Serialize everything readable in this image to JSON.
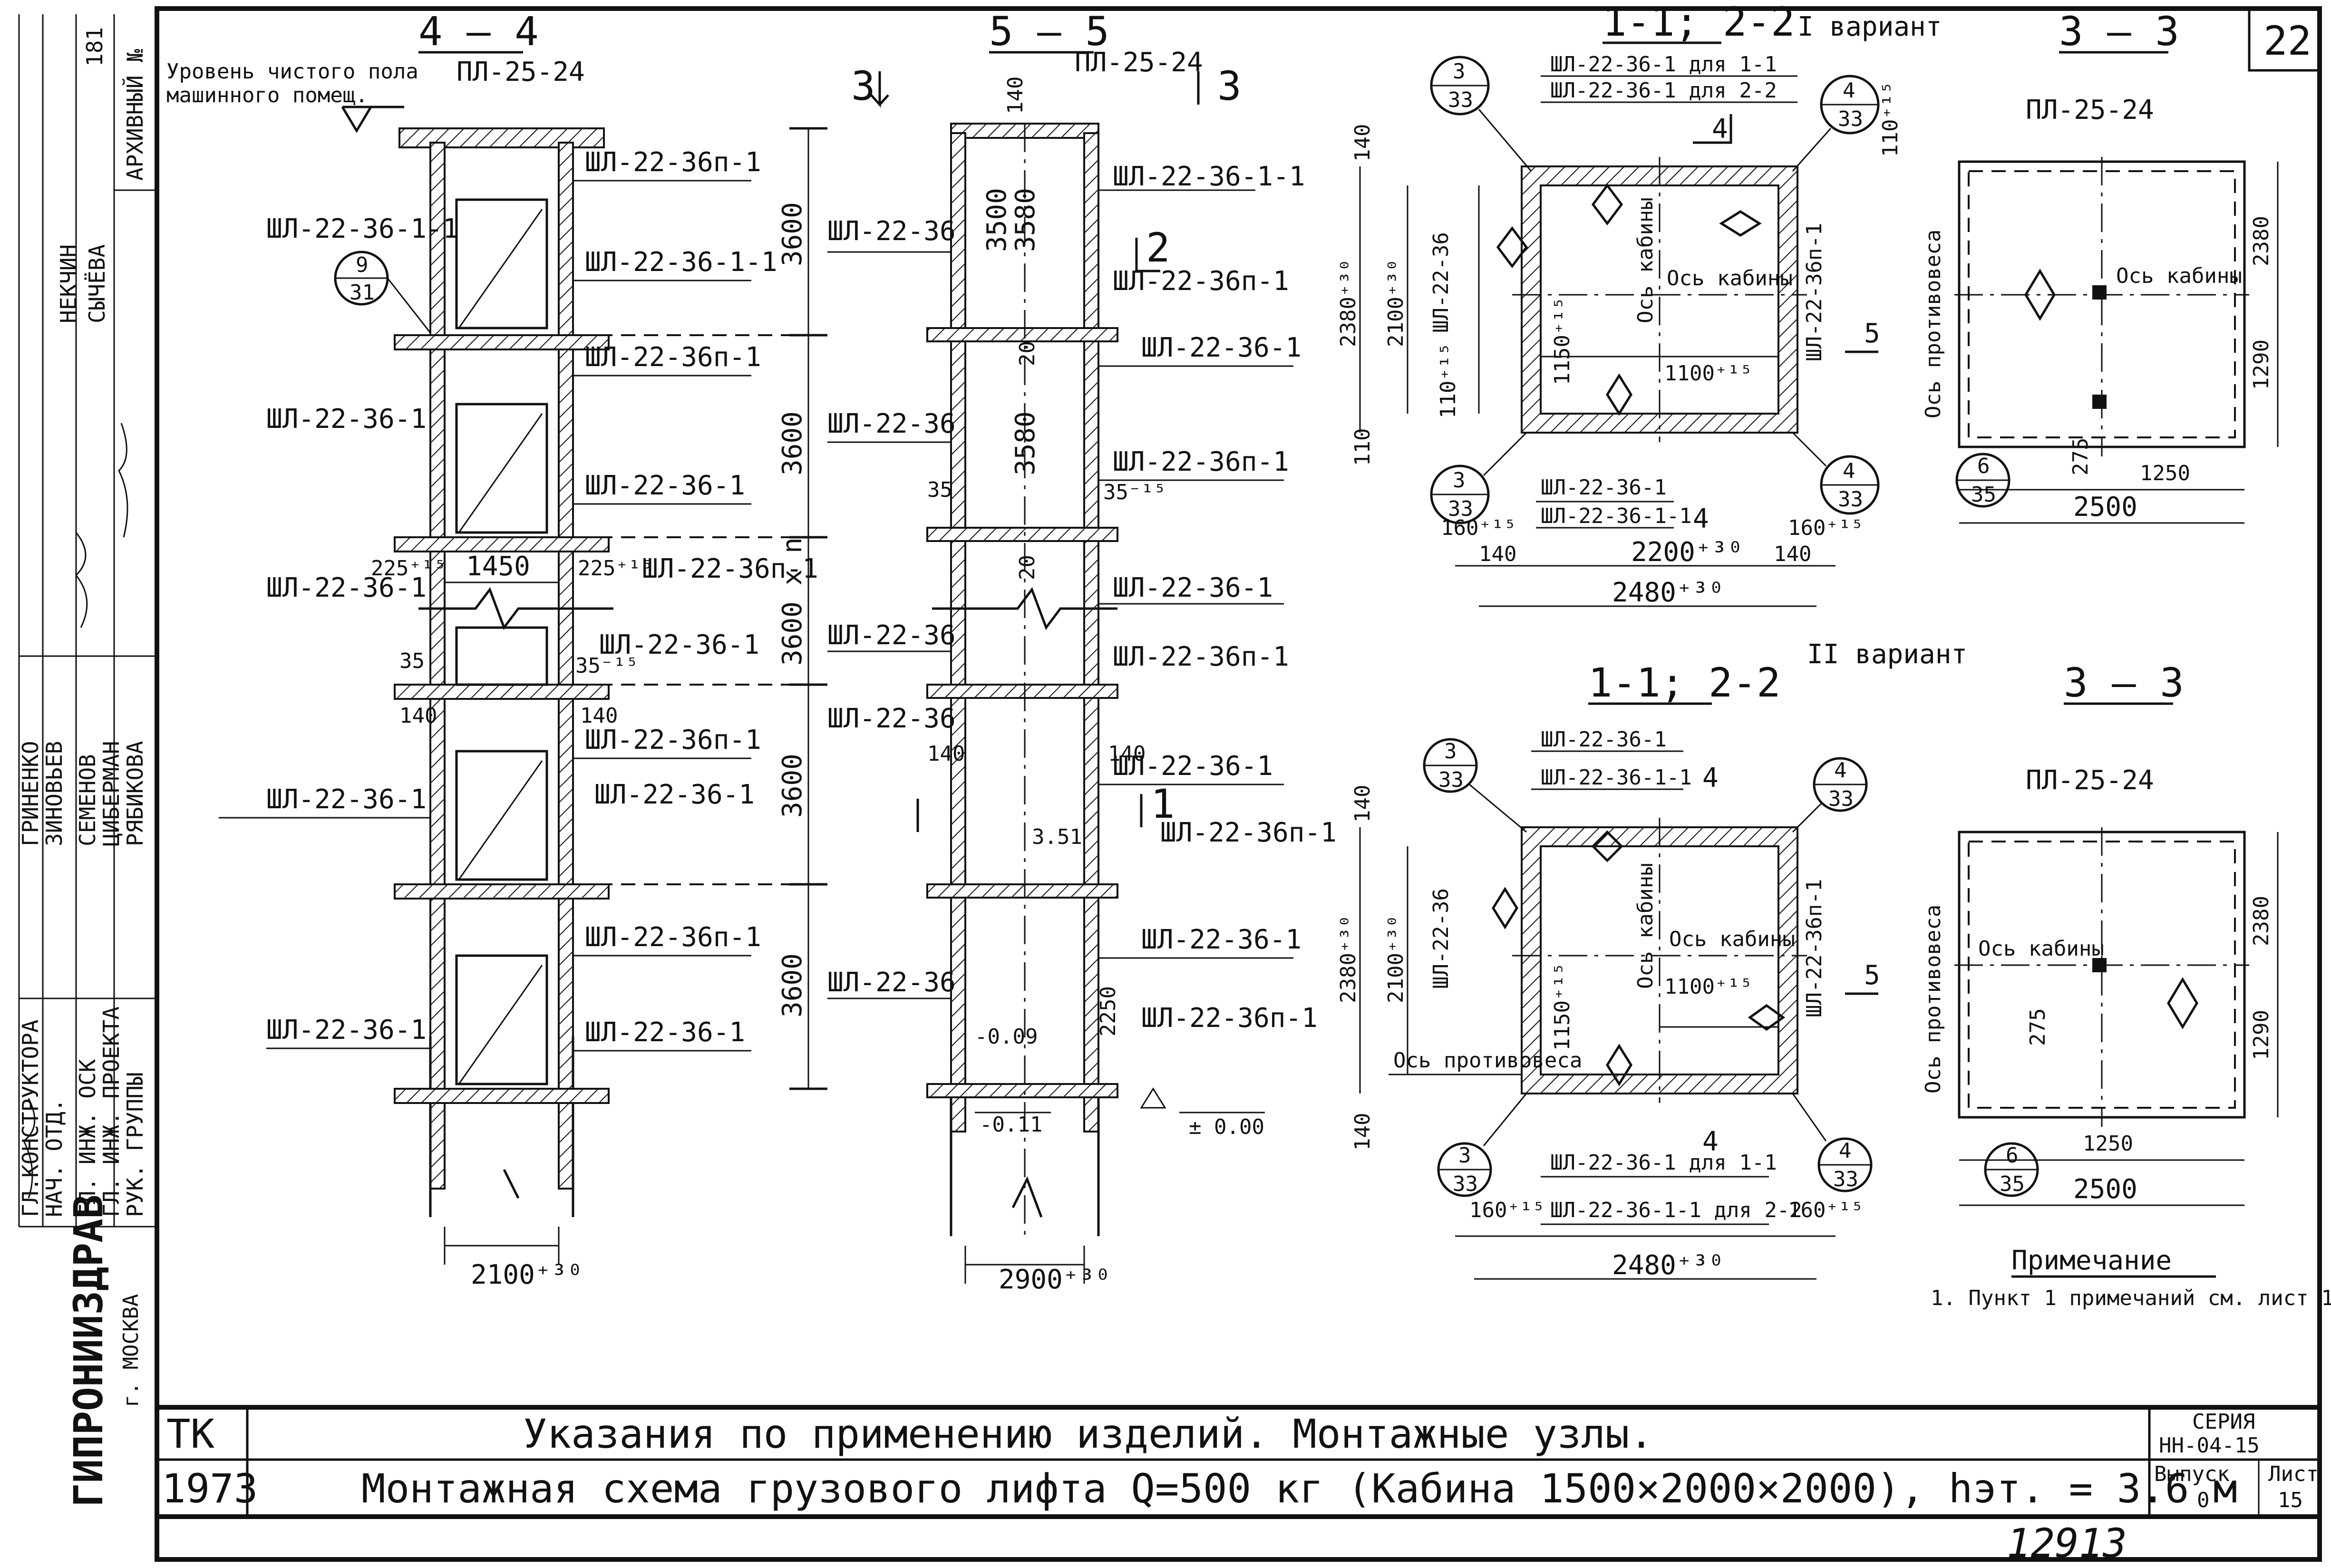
{
  "sheet": {
    "sheet_number": "22",
    "stamp": "12913",
    "organization": "ГИПРОНИИЗДРАВ",
    "city": "г. МОСКВА"
  },
  "left_stamp": {
    "roles": [
      "ГЛ.КОНСТРУКТОРА",
      "НАЧ. ОТД.",
      "ГЛ. ИНЖ. ОСК",
      "ГЛ. ИНЖ. ПРОЕКТА",
      "РУК. ГРУППЫ"
    ],
    "names": [
      "ГРИНЕНКО",
      "ЗИНОВЬЕВ",
      "СЕМЕНОВ",
      "ЦИБЕРМАН",
      "РЯБИКОВА",
      "НЕКЧИН",
      "СЫЧЁВА"
    ],
    "archive": "АРХИВНЫЙ №",
    "archive_no": "181"
  },
  "title_block": {
    "code": "ТК",
    "year": "1973",
    "line1": "Указания по применению изделий. Монтажные узлы.",
    "line2": "Монтажная схема грузового лифта Q=500 кг (Кабина 1500×2000×2000), hэт. = 3.6 м",
    "series_label": "СЕРИЯ",
    "series": "НН-04-15",
    "issue_label": "Выпуск",
    "issue": "0",
    "sheet_label": "Лист",
    "sheet": "15"
  },
  "section_44": {
    "title": "4 — 4",
    "top_slab": "ПЛ-25-24",
    "floor_note_1": "Уровень чистого пола",
    "floor_note_2": "машинного помещ.",
    "right_labels": [
      "ШЛ-22-36п-1",
      "ШЛ-22-36-1-1",
      "ШЛ-22-36п-1",
      "ШЛ-22-36-1",
      "ШЛ-22-36п-1",
      "ШЛ-22-36-1",
      "ШЛ-22-36п-1",
      "ШЛ-22-36-1",
      "ШЛ-22-36п-1",
      "ШЛ-22-36-1"
    ],
    "left_labels": [
      "ШЛ-22-36-1-1",
      "ШЛ-22-36-1",
      "ШЛ-22-36-1",
      "ШЛ-22-36-1",
      "ШЛ-22-36-1"
    ],
    "callout_num": "9",
    "callout_den": "31",
    "dims": [
      "3600",
      "3600",
      "3600 х n",
      "3600",
      "3600"
    ],
    "opening": "1450",
    "small_dims": [
      "225⁺¹⁵",
      "225⁺¹⁵",
      "35",
      "35⁻¹⁵",
      "140",
      "140"
    ],
    "bottom_dim": "2100⁺³⁰"
  },
  "section_55": {
    "title": "5 — 5",
    "top_slab": "ПЛ-25-24",
    "cut_left": "3",
    "cut_right": "3",
    "cut_2": "2",
    "cut_1": "1",
    "right_labels": [
      "ШЛ-22-36-1-1",
      "ШЛ-22-36п-1",
      "ШЛ-22-36-1",
      "ШЛ-22-36п-1",
      "ШЛ-22-36-1",
      "ШЛ-22-36п-1",
      "ШЛ-22-36-1",
      "ШЛ-22-36п-1",
      "ШЛ-22-36-1",
      "ШЛ-22-36п-1"
    ],
    "left_labels": [
      "ШЛ-22-36",
      "ШЛ-22-36",
      "ШЛ-22-36",
      "ШЛ-22-36",
      "ШЛ-22-36"
    ],
    "inner_dims": [
      "140",
      "3500",
      "3580",
      "3580",
      "20",
      "20"
    ],
    "small_dims": [
      "35",
      "35⁻¹⁵",
      "140",
      "140",
      "3.51",
      "2250"
    ],
    "levels": [
      "-0.09",
      "-0.11",
      "± 0.00"
    ],
    "bottom_dim": "2900⁺³⁰"
  },
  "plan_1": {
    "title": "1-1; 2-2",
    "variant": "I вариант",
    "label_top_1": "ШЛ-22-36-1 для 1-1",
    "label_top_2": "ШЛ-22-36-1 для 2-2",
    "label_bot_1": "ШЛ-22-36-1",
    "label_bot_2": "ШЛ-22-36-1-1",
    "label_left": "ШЛ-22-36",
    "label_right": "ШЛ-22-36п-1",
    "axis_cabin": "Ось кабины",
    "dims_v": [
      "140",
      "2380⁺³⁰",
      "2100⁺³⁰",
      "110",
      "1150⁺¹⁵",
      "110⁺¹⁵",
      "110⁺¹⁵"
    ],
    "dim_h_inner": "1100⁺¹⁵",
    "dims_h": [
      "160⁺¹⁵",
      "140",
      "2200⁺³⁰",
      "140",
      "160⁺¹⁵",
      "2480⁺³⁰"
    ],
    "cut_4": "4",
    "cut_5": "5",
    "callouts": [
      "3",
      "33",
      "4",
      "33",
      "3",
      "33",
      "4",
      "33"
    ]
  },
  "plan_2": {
    "title": "1-1; 2-2",
    "variant": "II вариант",
    "label_top_1": "ШЛ-22-36-1",
    "label_top_2": "ШЛ-22-36-1-1",
    "label_bot_1": "ШЛ-22-36-1 для 1-1",
    "label_bot_2": "ШЛ-22-36-1-1 для 2-2",
    "label_left": "ШЛ-22-36",
    "label_right": "ШЛ-22-36п-1",
    "axis_cabin": "Ось кабины",
    "axis_counter": "Ось противовеса",
    "dims_v": [
      "140",
      "2380⁺³⁰",
      "2100⁺³⁰",
      "1150⁺¹⁵",
      "140"
    ],
    "dim_h_inner": "1100⁺¹⁵",
    "dims_h": [
      "160⁺¹⁵",
      "160⁺¹⁵",
      "2480⁺³⁰"
    ],
    "cut_4": "4",
    "cut_5": "5",
    "callouts": [
      "3",
      "33",
      "4",
      "33",
      "3",
      "33",
      "4",
      "33"
    ]
  },
  "section_33_1": {
    "title": "3 — 3",
    "slab": "ПЛ-25-24",
    "axis_counter": "Ось противовеса",
    "axis_cabin": "Ось кабины",
    "dims": [
      "2380",
      "1290",
      "275",
      "1250",
      "2500"
    ],
    "callout_num": "6",
    "callout_den": "35"
  },
  "section_33_2": {
    "title": "3 — 3",
    "slab": "ПЛ-25-24",
    "axis_counter": "Ось противовеса",
    "axis_cabin": "Ось кабины",
    "dims": [
      "2380",
      "1290",
      "275",
      "1250",
      "2500"
    ],
    "callout_num": "6",
    "callout_den": "35"
  },
  "note": {
    "heading": "Примечание",
    "text": "1. Пункт 1 примечаний см. лист 1"
  }
}
